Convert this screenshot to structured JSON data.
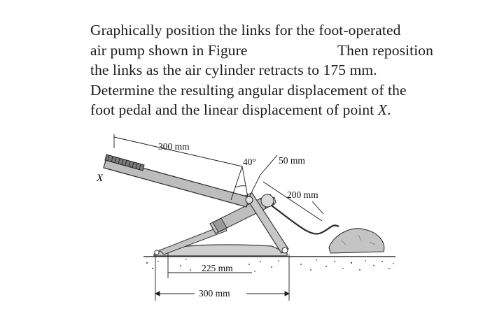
{
  "problem": {
    "line1": "Graphically position the links for the foot-operated",
    "line2a": "air pump shown in Figure",
    "line2b": "Then reposition",
    "line3": "the links as the air cylinder retracts to 175 mm.",
    "line4": "Determine the resulting angular displacement of the",
    "line5a": "foot pedal and the linear displacement of point",
    "line5b": "X",
    "line5c": "."
  },
  "figure": {
    "dim_pedal_length": "300 mm",
    "angle": "40°",
    "dim_offset": "50 mm",
    "dim_cylinder": "200 mm",
    "point_label": "X",
    "dim_base_short": "225 mm",
    "dim_base_long": "300 mm"
  },
  "colors": {
    "link_fill": "#c9c9c9",
    "link_stroke": "#3a3a3a",
    "pedal_fill": "#bdbdbd",
    "rock_fill": "#c4c4c4",
    "dimension_line": "#1a5fb4",
    "text": "#1a1a1a"
  }
}
